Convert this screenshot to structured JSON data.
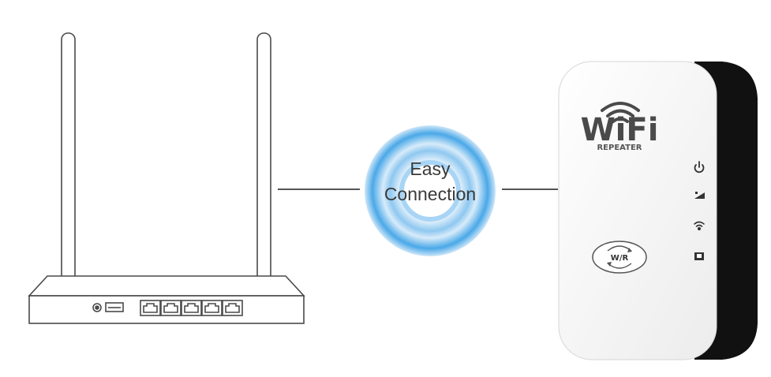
{
  "hub": {
    "line1": "Easy",
    "line2": "Connection"
  },
  "repeater": {
    "brand": "WiFi",
    "subtitle": "REPEATER",
    "button_label": "W/R",
    "indicator_icons": [
      "power-icon",
      "signal-icon",
      "wifi-icon",
      "ethernet-icon"
    ]
  },
  "router": {
    "port_count": 5
  },
  "colors": {
    "ring_blue": "#4aa8e8",
    "ring_light": "#d6ecfb",
    "device_black": "#111111",
    "line_gray": "#555555"
  }
}
